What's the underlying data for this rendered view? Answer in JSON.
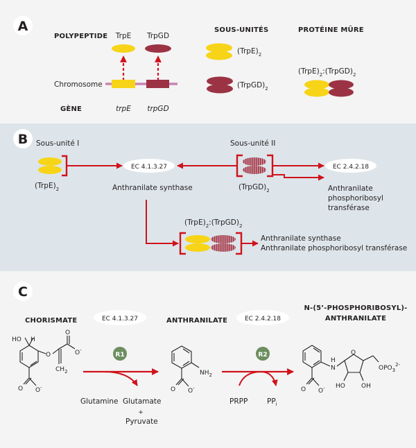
{
  "colors": {
    "yellow": "#f7d417",
    "maroon": "#9b3344",
    "red": "#d0121b",
    "pink": "#c983b4",
    "panel_a": "#f4f4f4",
    "panel_b": "#dde5ea",
    "panel_c": "#f4f4f4",
    "reaction_badge": "#6d8e5f"
  },
  "panel_a": {
    "letter": "A",
    "polypeptide_label": "POLYPEPTIDE",
    "trpe_label": "TrpE",
    "trpgd_label": "TrpGD",
    "subunits_title": "SOUS-UNITÉS",
    "subunit_e": "(TrpE)",
    "subunit_e_sub": "2",
    "subunit_gd": "(TrpGD)",
    "subunit_gd_sub": "2",
    "mature_title": "PROTÉINE MÛRE",
    "mature_a": "(TrpE)",
    "mature_sub1": "2",
    "mature_b": ":(TrpGD)",
    "mature_sub2": "2",
    "chromosome_label": "Chromosome",
    "gene_label": "GÈNE",
    "gene_e": "trpE",
    "gene_gd": "trpGD"
  },
  "panel_b": {
    "letter": "B",
    "subunit1_label": "Sous-unité I",
    "subunit1_formula": "(TrpE)",
    "subunit1_sub": "2",
    "ec1": "EC 4.1.3.27",
    "ec1_name": "Anthranilate synthase",
    "subunit2_label": "Sous-unité II",
    "subunit2_formula": "(TrpGD)",
    "subunit2_sub": "2",
    "ec2": "EC 2.4.2.18",
    "ec2_name_line1": "Anthranilate",
    "ec2_name_line2": "phosphoribosyl",
    "ec2_name_line3": "transférase",
    "complex_a": "(TrpE)",
    "complex_sub1": "2",
    "complex_b": ":(TrpGD)",
    "complex_sub2": "2",
    "complex_name_line1": "Anthranilate synthase",
    "complex_name_line2": "Anthranilate phosphoribosyl transférase"
  },
  "panel_c": {
    "letter": "C",
    "chorismate": "CHORISMATE",
    "ec1": "EC 4.1.3.27",
    "anthranilate": "ANTHRANILATE",
    "ec2": "EC 2.4.2.18",
    "product_line1": "N-(5’-PHOSPHORIBOSYL)-",
    "product_line2": "ANTHRANILATE",
    "r1": "R1",
    "r2": "R2",
    "glutamine": "Glutamine",
    "glutamate": "Glutamate",
    "plus": "+",
    "pyruvate": "Pyruvate",
    "prpp": "PRPP",
    "ppi": "PP",
    "ppi_sub": "i",
    "chor_ho": "HO",
    "chor_h": "H",
    "chor_o": "O",
    "chor_o2": "O",
    "chor_om": "O",
    "chor_om_sup": "-",
    "chor_ch2": "CH",
    "chor_ch2_sub": "2",
    "chor_bot_o": "O",
    "chor_bot_om": "O",
    "chor_bot_om_sup": "-",
    "anth_nh2": "NH",
    "anth_nh2_sub": "2",
    "anth_o": "O",
    "anth_om": "O",
    "anth_om_sup": "-",
    "prod_h": "H",
    "prod_n": "N",
    "prod_o": "O",
    "prod_opo3": "OPO",
    "prod_opo3_sub": "3",
    "prod_opo3_sup": "2-",
    "prod_ho": "HO",
    "prod_oh": "OH",
    "prod_co": "O",
    "prod_com": "O",
    "prod_com_sup": "-"
  }
}
